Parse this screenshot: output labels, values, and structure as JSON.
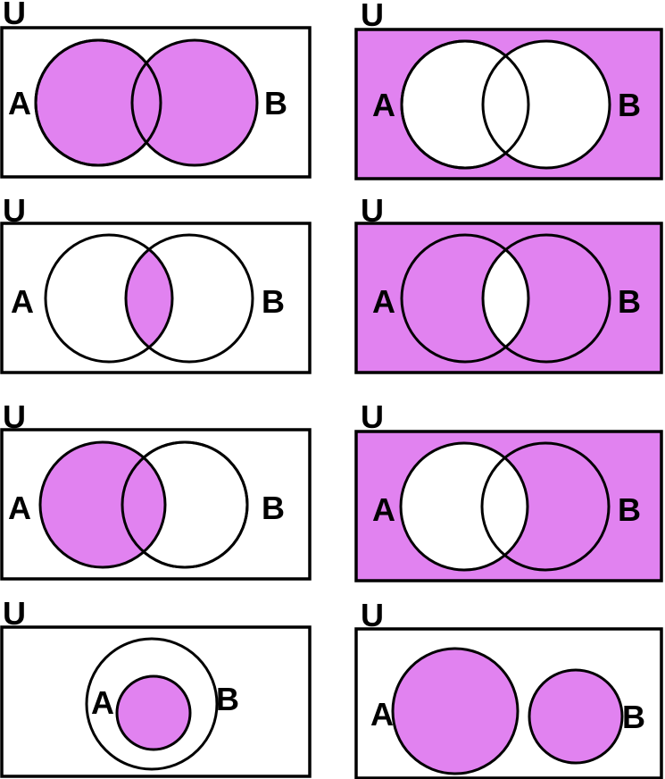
{
  "colors": {
    "shade": "#e182f0",
    "outline": "#000000",
    "background": "#ffffff"
  },
  "diagrams": [
    {
      "name": "union",
      "shaded_region": "A ∪ B",
      "labels": {
        "u": "U",
        "a": "A",
        "b": "B"
      }
    },
    {
      "name": "complement-of-union",
      "shaded_region": "(A ∪ B)′",
      "labels": {
        "u": "U",
        "a": "A",
        "b": "B"
      }
    },
    {
      "name": "intersection",
      "shaded_region": "A ∩ B",
      "labels": {
        "u": "U",
        "a": "A",
        "b": "B"
      }
    },
    {
      "name": "complement-of-intersection",
      "shaded_region": "(A ∩ B)′",
      "labels": {
        "u": "U",
        "a": "A",
        "b": "B"
      }
    },
    {
      "name": "set-a",
      "shaded_region": "A",
      "labels": {
        "u": "U",
        "a": "A",
        "b": "B"
      }
    },
    {
      "name": "complement-of-a",
      "shaded_region": "A′",
      "labels": {
        "u": "U",
        "a": "A",
        "b": "B"
      }
    },
    {
      "name": "a-subset-of-b",
      "shaded_region": "A (A ⊂ B)",
      "labels": {
        "u": "U",
        "a": "A",
        "b": "B"
      }
    },
    {
      "name": "disjoint-sets",
      "shaded_region": "A and B (disjoint)",
      "labels": {
        "u": "U",
        "a": "A",
        "b": "B"
      }
    }
  ]
}
